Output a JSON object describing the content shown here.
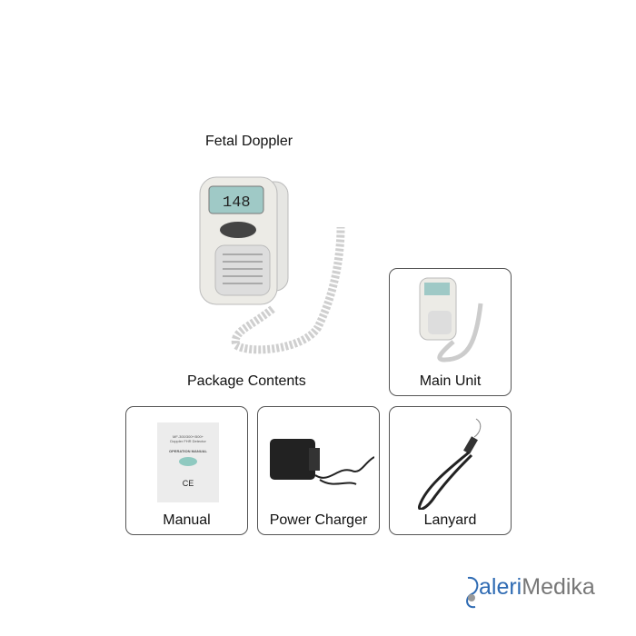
{
  "title": "Fetal Doppler",
  "device_display": "148",
  "section_title": "Package Contents",
  "items": [
    {
      "label": "Main Unit"
    },
    {
      "label": "Manual"
    },
    {
      "label": "Power Charger"
    },
    {
      "label": "Lanyard"
    }
  ],
  "manual_cover": {
    "model": "MF-300/300+/500+",
    "product": "Doppler FHR Detector",
    "heading": "OPERATION MANUAL",
    "mark": "CE"
  },
  "logo": {
    "part1": "aleri",
    "part2": "Medika",
    "colors": {
      "part1": "#2f6bb3",
      "part2": "#777777"
    }
  }
}
